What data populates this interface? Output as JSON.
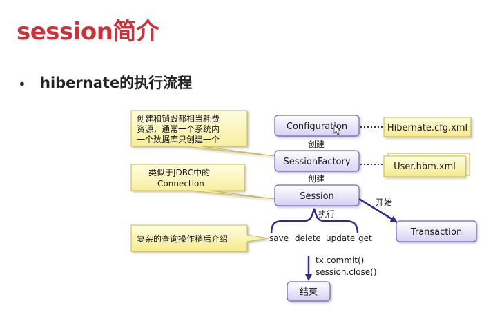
{
  "title": "session简介",
  "bullet_symbol": "•",
  "subtitle": "hibernate的执行流程",
  "colors": {
    "title": "#c8343c",
    "node_fill": "#e0dcf8",
    "node_stroke": "#7a60c8",
    "note_fill": "#fdf6b4",
    "note_stroke": "#c8b84a",
    "arrow": "#2e2a8a"
  },
  "diagram": {
    "nodes": {
      "configuration": "Configuration",
      "session_factory": "SessionFactory",
      "session": "Session",
      "transaction": "Transaction",
      "end": "结束",
      "hibernate_cfg": "Hibernate.cfg.xml",
      "user_hbm": "User.hbm.xml"
    },
    "edge_labels": {
      "create_1": "创建",
      "create_2": "创建",
      "execute": "执行",
      "begin": "开始"
    },
    "operations": {
      "save": "save",
      "delete": "delete",
      "update": "update",
      "get": "get"
    },
    "commit_lines": [
      "tx.commit()",
      "session.close()"
    ],
    "notes": {
      "factory_note": [
        "创建和销毁都相当耗费",
        "资源，通常一个系统内",
        "一个数据库只创建一个"
      ],
      "session_note": [
        "类似于JDBC中的",
        "Connection"
      ],
      "query_note": "复杂的查询操作稍后介绍"
    }
  }
}
